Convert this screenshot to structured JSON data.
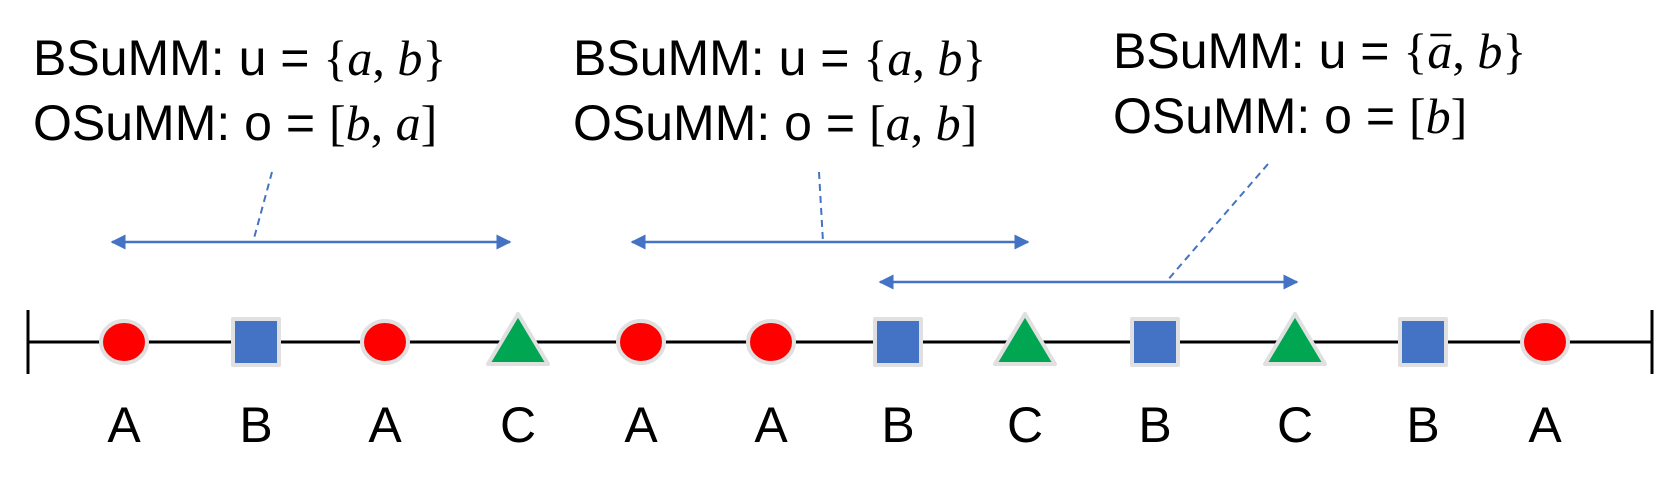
{
  "colors": {
    "circle": "#ff0000",
    "square": "#4472c4",
    "triangle": "#00a651",
    "arrow": "#4472c4",
    "outline": "#e0e0e0",
    "timeline": "#000000"
  },
  "events": [
    {
      "label": "A",
      "shape": "circle"
    },
    {
      "label": "B",
      "shape": "square"
    },
    {
      "label": "A",
      "shape": "circle"
    },
    {
      "label": "C",
      "shape": "triangle"
    },
    {
      "label": "A",
      "shape": "circle"
    },
    {
      "label": "A",
      "shape": "circle"
    },
    {
      "label": "B",
      "shape": "square"
    },
    {
      "label": "C",
      "shape": "triangle"
    },
    {
      "label": "B",
      "shape": "square"
    },
    {
      "label": "C",
      "shape": "triangle"
    },
    {
      "label": "B",
      "shape": "square"
    },
    {
      "label": "A",
      "shape": "circle"
    }
  ],
  "windows": [
    {
      "bsumm": {
        "prefix": "BSuMM: u = ",
        "open": "{",
        "v1": "a",
        "v1_bar": false,
        "sep": ", ",
        "v2": "b",
        "close": "}"
      },
      "osumm": {
        "prefix": "OSuMM: o = ",
        "open": "[",
        "v1": "b",
        "sep": ", ",
        "v2": "a",
        "close": "]"
      }
    },
    {
      "bsumm": {
        "prefix": "BSuMM: u = ",
        "open": "{",
        "v1": "a",
        "v1_bar": false,
        "sep": ", ",
        "v2": "b",
        "close": "}"
      },
      "osumm": {
        "prefix": "OSuMM: o = ",
        "open": "[",
        "v1": "a",
        "sep": ", ",
        "v2": "b",
        "close": "]"
      }
    },
    {
      "bsumm": {
        "prefix": "BSuMM: u = ",
        "open": "{",
        "v1": "a",
        "v1_bar": true,
        "sep": ", ",
        "v2": "b",
        "close": "}"
      },
      "osumm": {
        "prefix": "OSuMM: o = ",
        "open": "[",
        "v1": "b",
        "sep": "",
        "v2": "",
        "close": "]"
      }
    }
  ]
}
